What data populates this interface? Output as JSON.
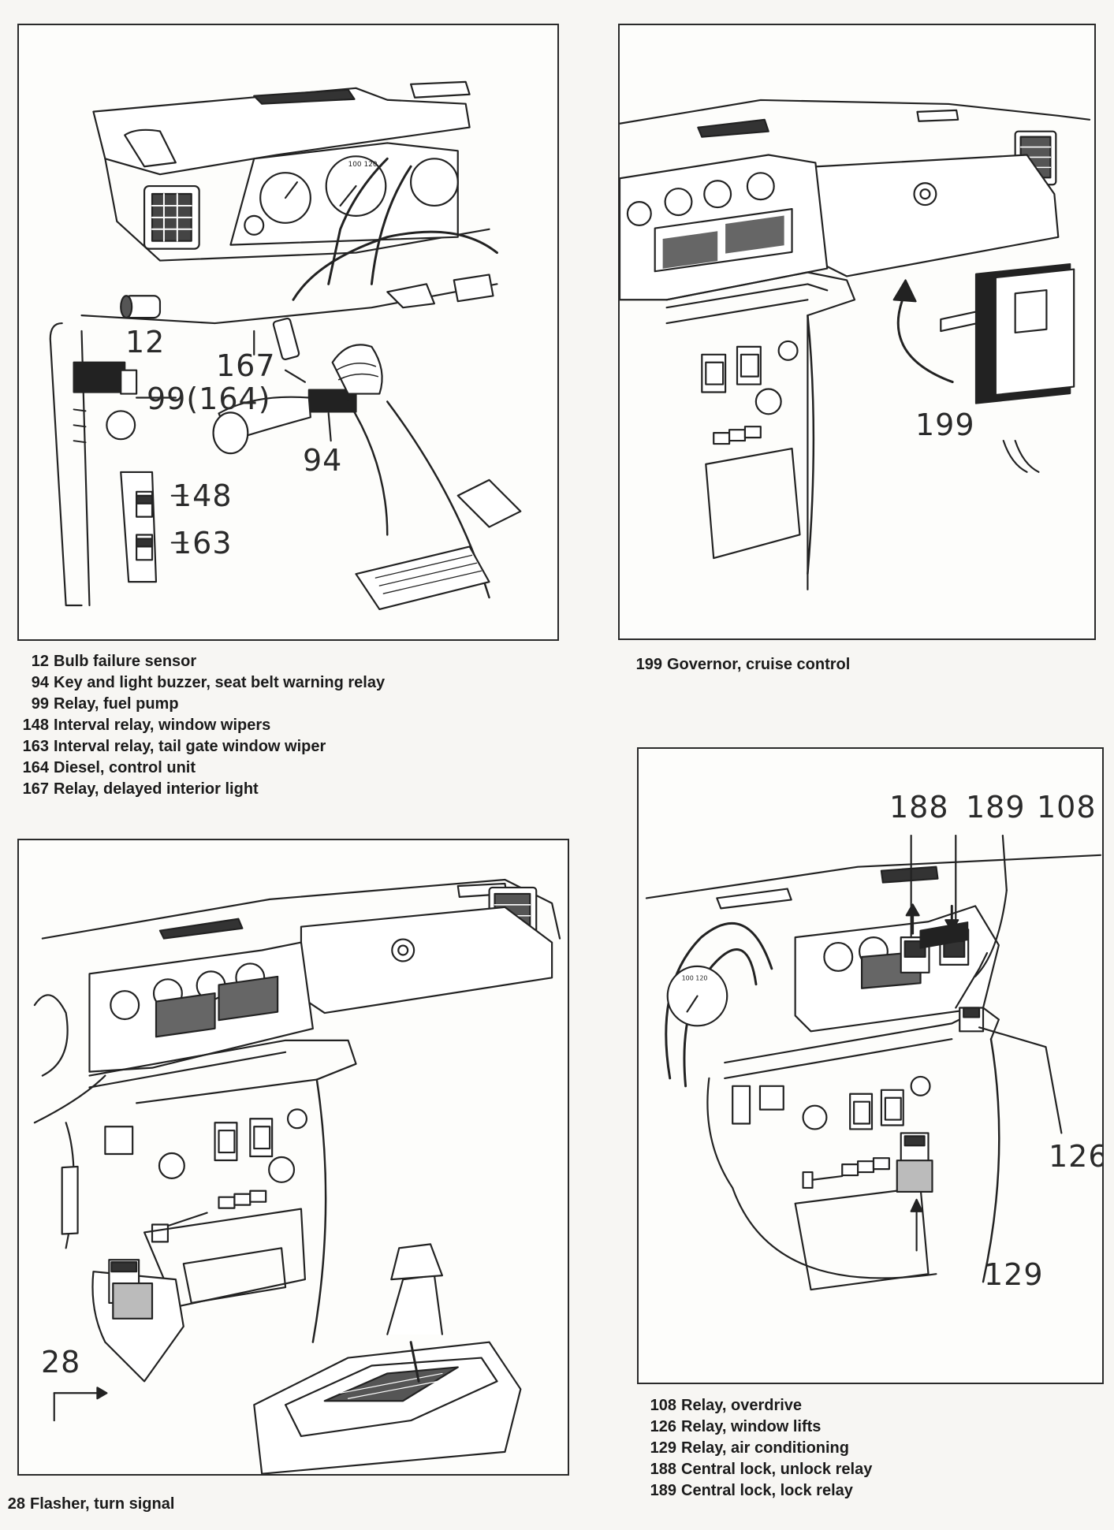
{
  "callouts": {
    "p1": [
      "12",
      "167",
      "99(164)",
      "94",
      "148",
      "163"
    ],
    "p2": [
      "199"
    ],
    "p3": [
      "28"
    ],
    "p4": [
      "188",
      "189",
      "108",
      "126",
      "129"
    ]
  },
  "legends": {
    "p1": [
      {
        "num": "12",
        "text": "Bulb failure sensor"
      },
      {
        "num": "94",
        "text": "Key and light buzzer, seat belt warning relay"
      },
      {
        "num": "99",
        "text": "Relay, fuel pump"
      },
      {
        "num": "148",
        "text": "Interval relay, window wipers"
      },
      {
        "num": "163",
        "text": "Interval relay, tail gate window wiper"
      },
      {
        "num": "164",
        "text": "Diesel, control unit"
      },
      {
        "num": "167",
        "text": "Relay, delayed interior light"
      }
    ],
    "p2": [
      {
        "num": "199",
        "text": "Governor, cruise control"
      }
    ],
    "p3": [
      {
        "num": "28",
        "text": "Flasher, turn signal"
      }
    ],
    "p4": [
      {
        "num": "108",
        "text": "Relay, overdrive"
      },
      {
        "num": "126",
        "text": "Relay, window lifts"
      },
      {
        "num": "129",
        "text": "Relay, air conditioning"
      },
      {
        "num": "188",
        "text": "Central lock, unlock relay"
      },
      {
        "num": "189",
        "text": "Central lock, lock relay"
      }
    ]
  }
}
